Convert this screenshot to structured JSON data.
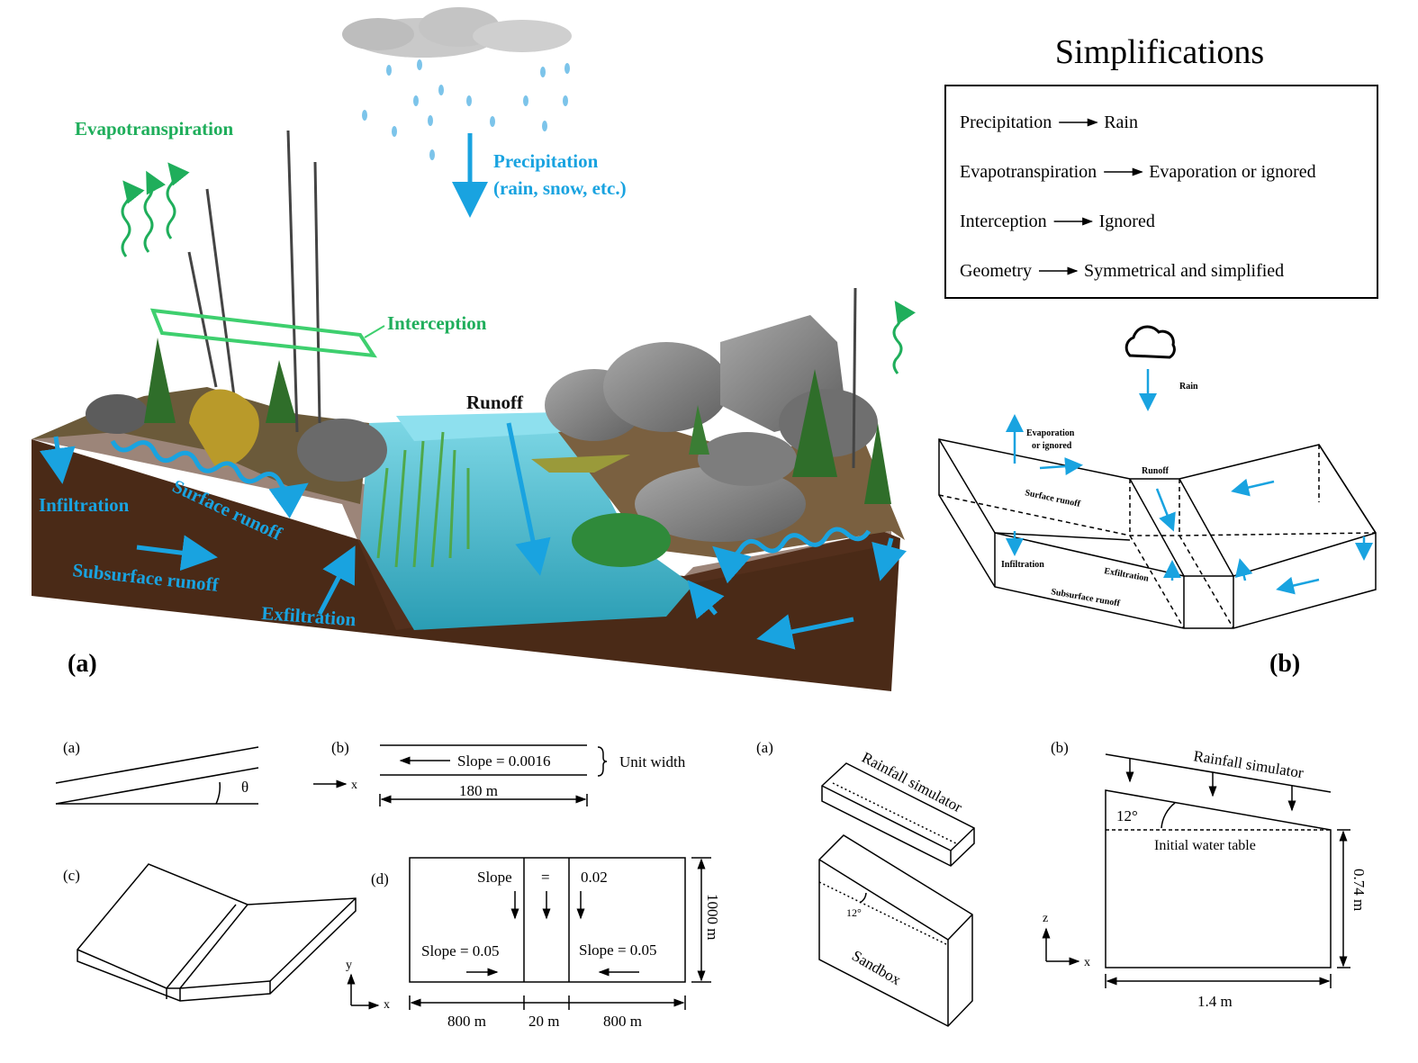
{
  "top_left": {
    "labels": {
      "evapotranspiration": "Evapotranspiration",
      "precipitation_line1": "Precipitation",
      "precipitation_line2": "(rain, snow, etc.)",
      "interception": "Interception",
      "runoff": "Runoff",
      "infiltration": "Infiltration",
      "surface_runoff": "Surface runoff",
      "subsurface_runoff": "Subsurface runoff",
      "exfiltration": "Exfiltration"
    },
    "panel_letter": "(a)"
  },
  "top_right": {
    "title": "Simplifications",
    "rows": [
      {
        "from": "Precipitation",
        "to": "Rain"
      },
      {
        "from": "Evapotranspiration",
        "to": "Evaporation or ignored"
      },
      {
        "from": "Interception",
        "to": "Ignored"
      },
      {
        "from": "Geometry",
        "to": "Symmetrical and simplified"
      }
    ],
    "diagram_labels": {
      "rain": "Rain",
      "evaporation_line1": "Evaporation",
      "evaporation_line2": "or ignored",
      "runoff": "Runoff",
      "surface_runoff": "Surface runoff",
      "infiltration": "Infiltration",
      "exfiltration": "Exfiltration",
      "subsurface_runoff": "Subsurface runoff"
    },
    "panel_letter": "(b)"
  },
  "bottom_left": {
    "a": {
      "letter": "(a)",
      "theta": "θ"
    },
    "b": {
      "letter": "(b)",
      "slope": "Slope = 0.0016",
      "unit_width": "Unit width",
      "length": "180 m",
      "axis_x": "x"
    },
    "c": {
      "letter": "(c)",
      "axis_x": "x",
      "axis_y": "y"
    },
    "d": {
      "letter": "(d)",
      "slope_mid_word": "Slope",
      "slope_mid_eq": "=",
      "slope_mid_val": "0.02",
      "slope_left": "Slope = 0.05",
      "slope_right": "Slope = 0.05",
      "width_left": "800 m",
      "width_mid": "20 m",
      "width_right": "800 m",
      "height": "1000 m"
    }
  },
  "bottom_right": {
    "a": {
      "letter": "(a)",
      "rainfall_simulator": "Rainfall simulator",
      "sandbox": "Sandbox",
      "angle": "12°"
    },
    "b": {
      "letter": "(b)",
      "rainfall_simulator": "Rainfall simulator",
      "angle": "12°",
      "water_table": "Initial water table",
      "height": "0.74 m",
      "width": "1.4 m",
      "axis_z": "z",
      "axis_x": "x"
    }
  },
  "colors": {
    "green": "#1fae5b",
    "blue": "#19a3e0",
    "soil": "#4a2a17",
    "water": "#4fc3d6"
  }
}
